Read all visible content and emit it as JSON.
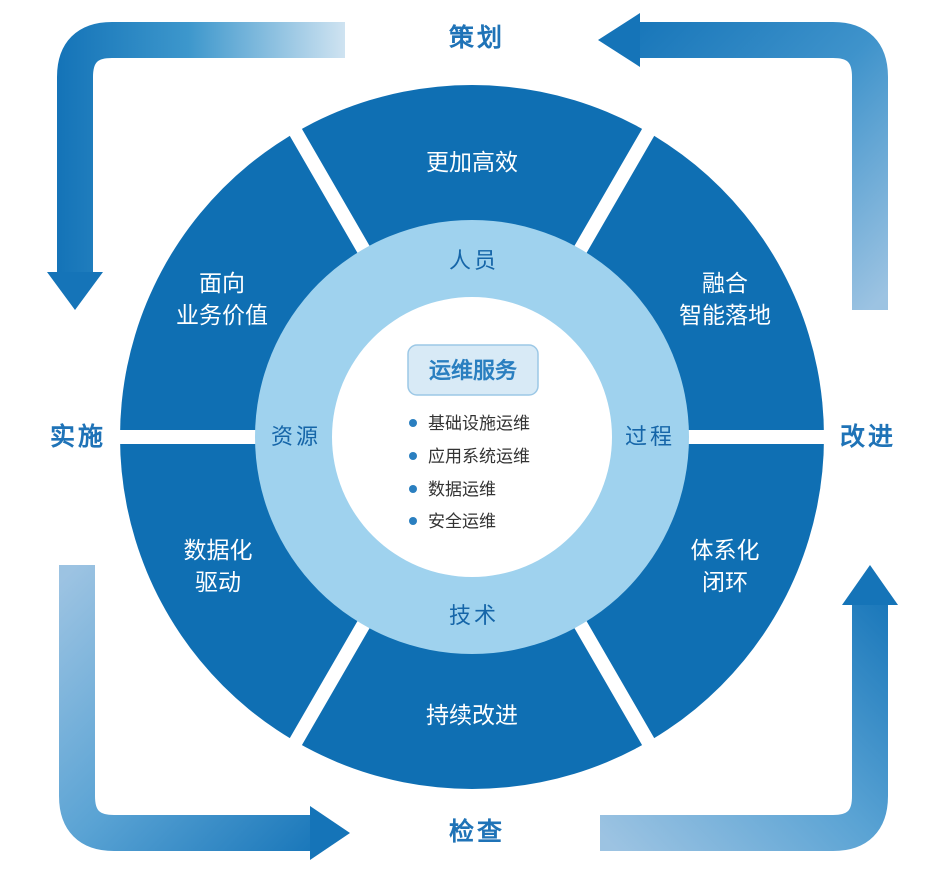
{
  "colors": {
    "segment": "#0f6fb3",
    "ring": "#9fd2ee",
    "arrow": "#1574b8",
    "label": "#1f73b7"
  },
  "phases": {
    "plan": "策划",
    "do": "实施",
    "check": "检查",
    "act": "改进"
  },
  "segments": {
    "top": [
      "更加高效"
    ],
    "top_right": [
      "融合",
      "智能落地"
    ],
    "bottom_right": [
      "体系化",
      "闭环"
    ],
    "bottom": [
      "持续改进"
    ],
    "bottom_left": [
      "数据化",
      "驱动"
    ],
    "top_left": [
      "面向",
      "业务价值"
    ]
  },
  "ring": {
    "top": "人员",
    "right": "过程",
    "bottom": "技术",
    "left": "资源"
  },
  "center": {
    "title": "运维服务",
    "items": [
      "基础设施运维",
      "应用系统运维",
      "数据运维",
      "安全运维"
    ]
  }
}
